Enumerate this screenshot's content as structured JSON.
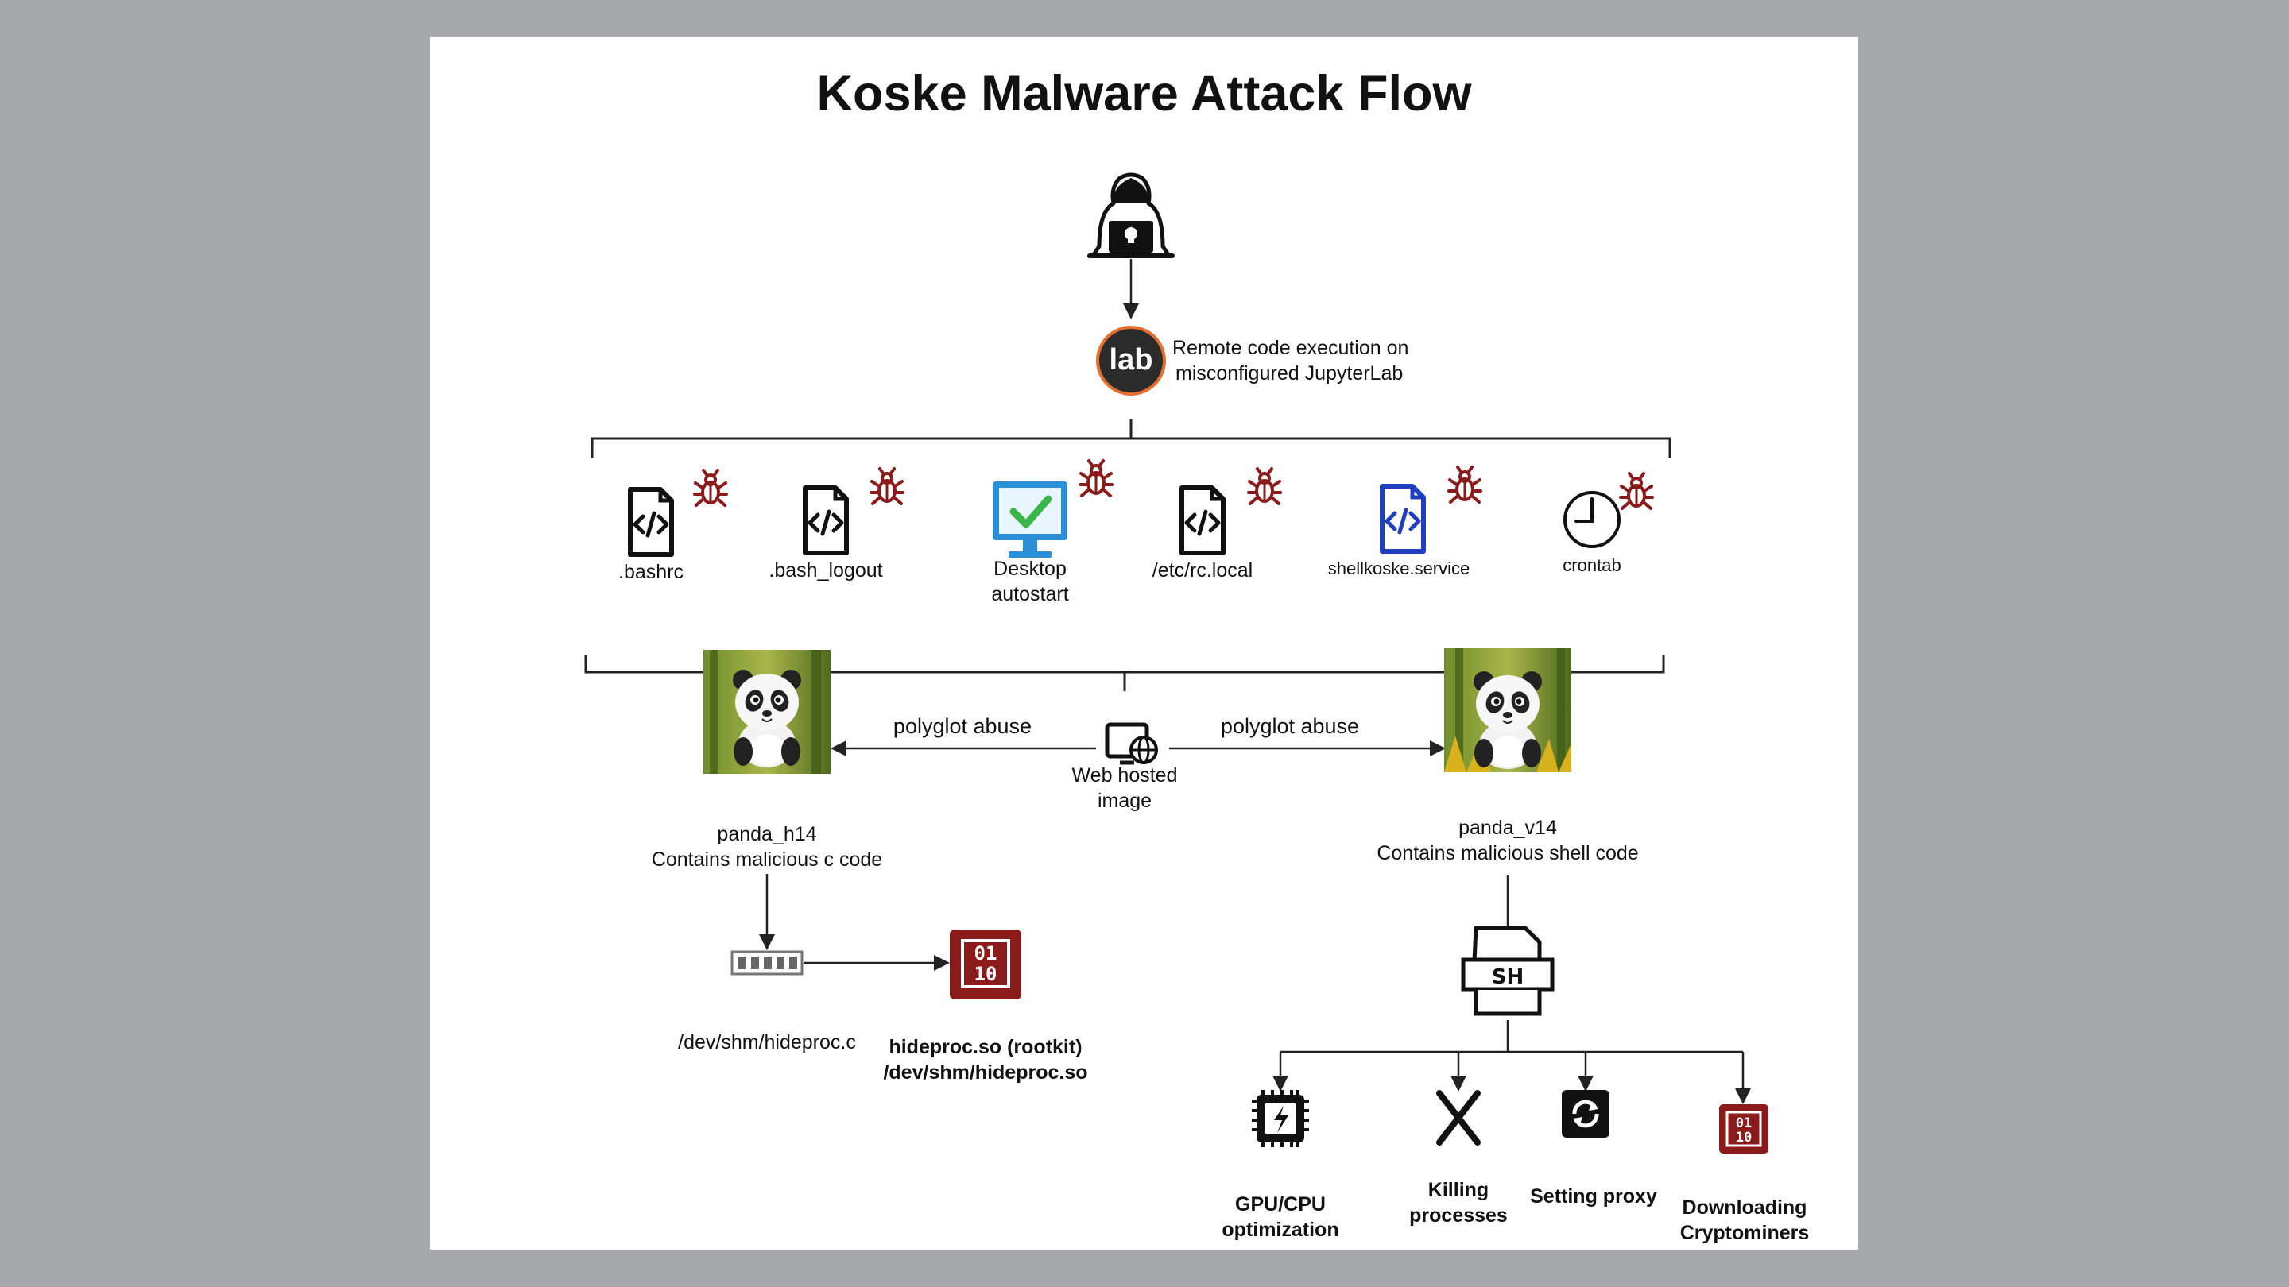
{
  "title": "Koske Malware Attack Flow",
  "entry": {
    "badge": "lab",
    "description_line1": "Remote code execution on",
    "description_line2": "misconfigured JupyterLab"
  },
  "persistence": [
    {
      "label": ".bashrc",
      "icon": "code-file-icon"
    },
    {
      "label": ".bash_logout",
      "icon": "code-file-icon"
    },
    {
      "label_line1": "Desktop",
      "label_line2": "autostart",
      "icon": "monitor-check-icon"
    },
    {
      "label": "/etc/rc.local",
      "icon": "code-file-icon"
    },
    {
      "label": "shellkoske.service",
      "icon": "code-file-blue-icon"
    },
    {
      "label": "crontab",
      "icon": "clock-icon"
    }
  ],
  "web_image": {
    "line1": "Web hosted",
    "line2": "image"
  },
  "edges": {
    "left": "polyglot abuse",
    "right": "polyglot abuse"
  },
  "panda_left": {
    "name": "panda_h14",
    "desc": "Contains malicious c code"
  },
  "panda_right": {
    "name": "panda_v14",
    "desc": "Contains malicious shell code"
  },
  "memory": {
    "label": "/dev/shm/hideproc.c"
  },
  "rootkit": {
    "line1": "hideproc.so (rootkit)",
    "line2": "/dev/shm/hideproc.so",
    "glyph1": "01",
    "glyph2": "10"
  },
  "shell": {
    "glyph": "SH"
  },
  "actions": [
    {
      "line1": "GPU/CPU",
      "line2": "optimization",
      "icon": "chip-icon"
    },
    {
      "line1": "Killing",
      "line2": "processes",
      "icon": "x-icon"
    },
    {
      "line1": "Setting proxy",
      "icon": "refresh-icon"
    },
    {
      "line1": "Downloading",
      "line2": "Cryptominers",
      "icon": "binary-icon"
    }
  ],
  "colors": {
    "bug": "#8b1a1a",
    "binary": "#8b1a1a",
    "monitor": "#2a8fd6",
    "check": "#3ab54a",
    "service": "#1f3fbf"
  }
}
